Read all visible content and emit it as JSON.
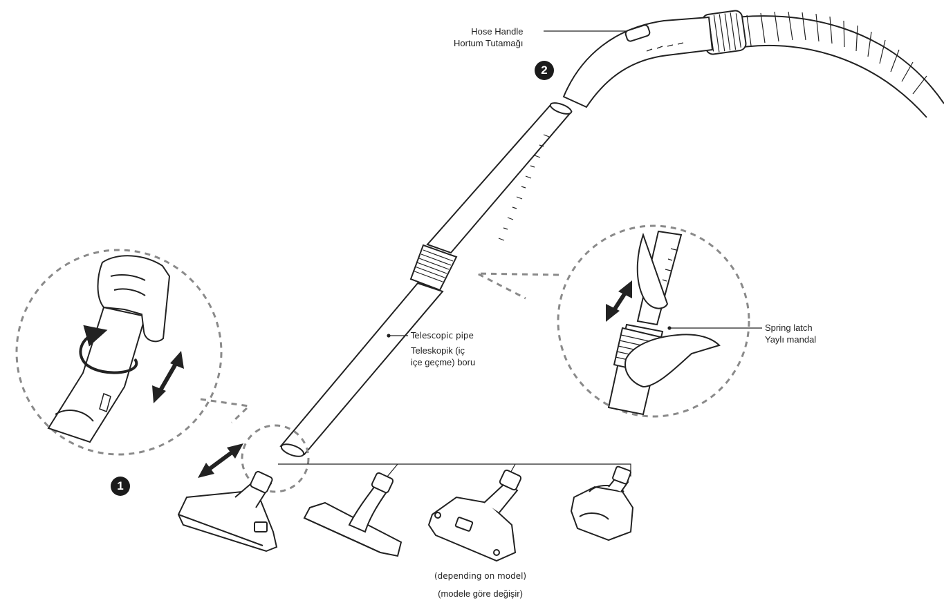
{
  "labels": {
    "hose_handle_en": "Hose Handle",
    "hose_handle_tr": "Hortum Tutamağı",
    "telescopic_pipe_en": "Telescopic pipe",
    "telescopic_pipe_tr_1": "Teleskopik (iç",
    "telescopic_pipe_tr_2": "içe geçme) boru",
    "spring_latch_en": "Spring latch",
    "spring_latch_tr": "Yaylı mandal",
    "model_note_en": "(depending on model)",
    "model_note_tr": "(modele göre değişir)"
  },
  "steps": {
    "one": "1",
    "two": "2"
  },
  "colors": {
    "line": "#222222",
    "dashed": "#8a8a8a",
    "badge": "#1b1b1b",
    "fill": "#ffffff"
  },
  "icons": [
    "hose-icon",
    "telescopic-pipe-icon",
    "hand-icon",
    "rotate-arrow-icon",
    "double-arrow-icon",
    "floor-nozzle-icon",
    "parquet-brush-icon",
    "turbo-brush-icon",
    "mini-turbo-brush-icon"
  ]
}
